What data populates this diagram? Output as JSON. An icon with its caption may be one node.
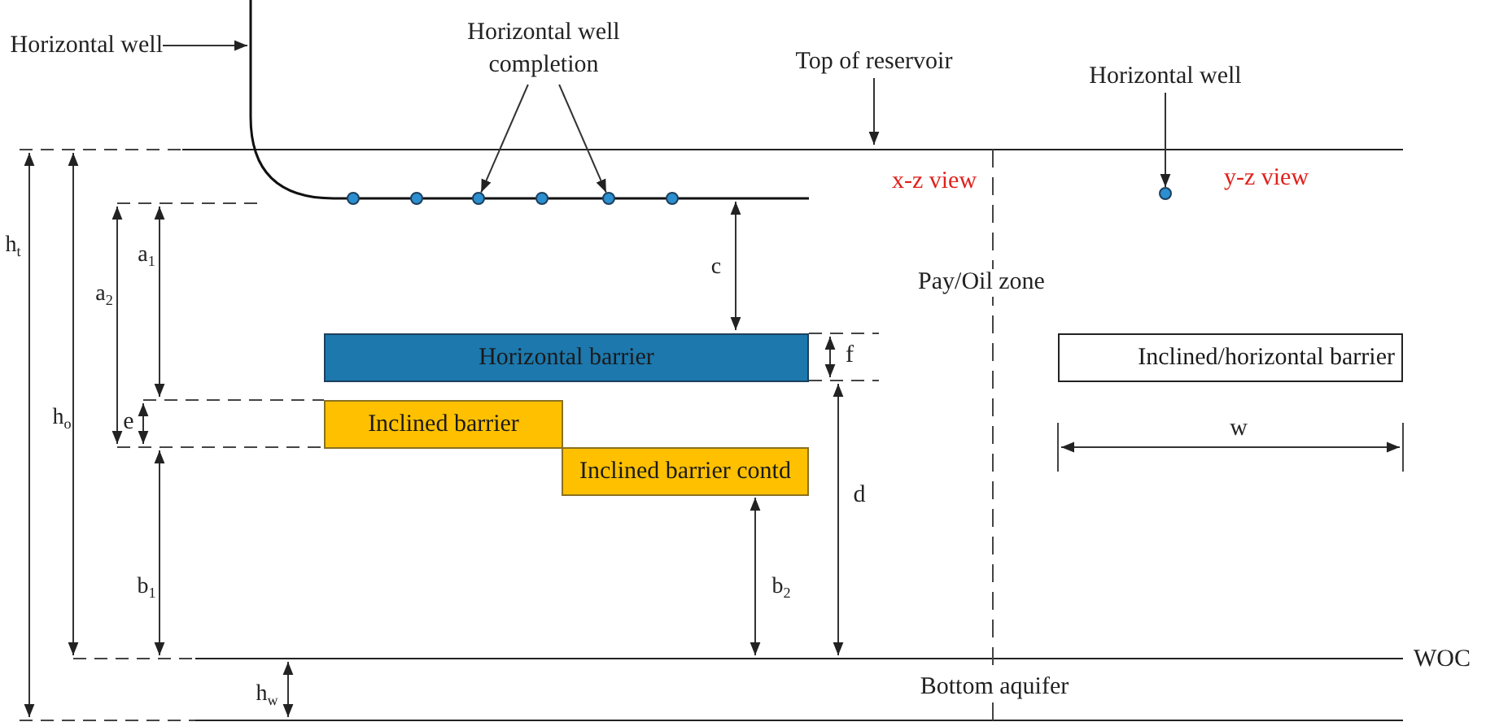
{
  "diagram": {
    "nodes": [
      {
        "text": [
          "Horizontal well"
        ]
      },
      {
        "text": [],
        "shape": "pipe"
      },
      {
        "text": [
          "Horizontal well completion"
        ]
      },
      {
        "text": [],
        "shape": "circle"
      },
      {
        "text": [],
        "shape": "circle"
      },
      {
        "text": [],
        "shape": "circle"
      },
      {
        "text": [],
        "shape": "circle"
      },
      {
        "text": [],
        "shape": "circle"
      },
      {
        "text": [],
        "shape": "circle"
      },
      {
        "text": [
          "Top of reservoir"
        ]
      },
      {
        "text": [
          "Horizontal well"
        ]
      },
      {
        "text": [],
        "shape": "circle"
      },
      {
        "text": [
          "Horizontal barrier"
        ]
      },
      {
        "text": [
          "Inclined barrier"
        ]
      },
      {
        "text": [
          "Inclined barrier contd"
        ]
      },
      {
        "text": [
          "Inclined/horizontal barrier"
        ]
      }
    ],
    "edges": [
      {
        "from": 0,
        "to": 1,
        "arrow": "to"
      },
      {
        "from": 2,
        "to": 5,
        "arrow": "to"
      },
      {
        "from": 2,
        "to": 7,
        "arrow": "to"
      },
      {
        "from": 9,
        "to": null,
        "arrow": "to"
      },
      {
        "from": 10,
        "to": 11,
        "arrow": "to"
      }
    ],
    "labels": [
      "x-z view",
      "y-z view",
      "Pay/Oil zone",
      "h$_{t}$",
      "a$_{2}$",
      "a$_{1}$",
      "c",
      "f",
      "h$_{o}$",
      "e",
      "w",
      "d",
      "b$_{1}$",
      "b$_{2}$",
      "WOC",
      "h$_{w}$",
      "Bottom aquifer"
    ]
  }
}
